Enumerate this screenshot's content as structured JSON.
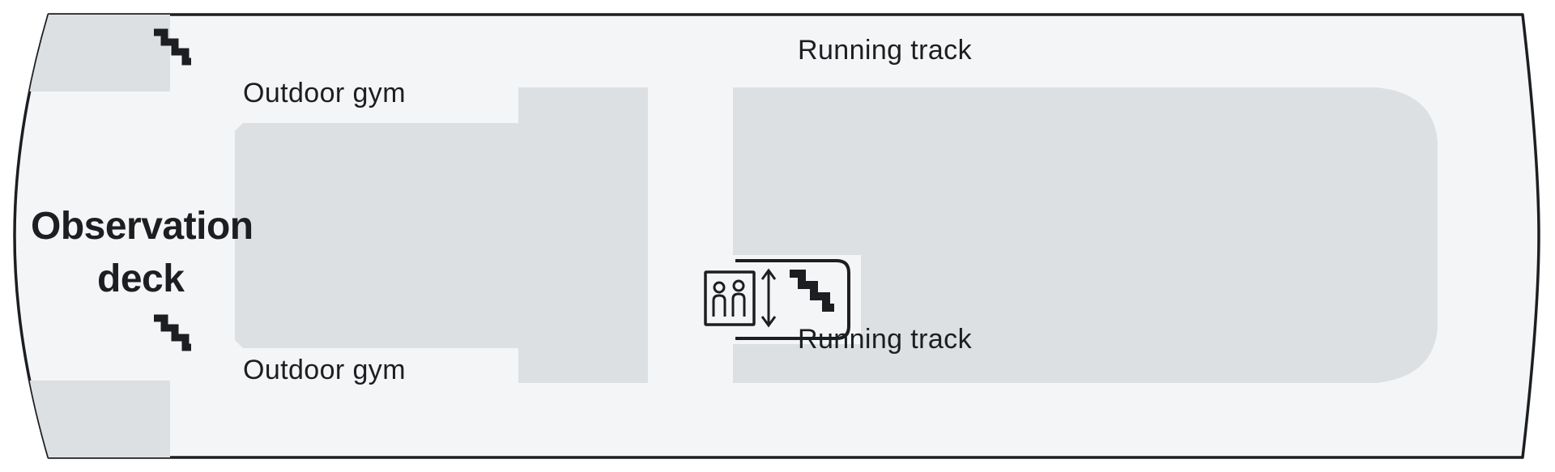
{
  "deck_plan": {
    "title": "Observation deck",
    "hull": {
      "outline_color": "#1c1e21",
      "deck_fill": "#f4f5f7",
      "zone_fill": "#dce0e3",
      "label_color": "#1c1e21"
    },
    "labels": {
      "observation_deck_line1": "Observation",
      "observation_deck_line2": "deck",
      "outdoor_gym_top": "Outdoor gym",
      "outdoor_gym_bottom": "Outdoor gym",
      "running_track_top": "Running track",
      "running_track_bottom": "Running track"
    },
    "zones": [
      {
        "name": "observation-deck-aft-port",
        "label": ""
      },
      {
        "name": "observation-deck-aft-starboard",
        "label": ""
      },
      {
        "name": "outdoor-gym-zone",
        "label": "Outdoor gym"
      },
      {
        "name": "running-track-zone",
        "label": "Running track"
      }
    ],
    "icons": [
      {
        "name": "stairs-icon-top-left",
        "type": "stairs"
      },
      {
        "name": "stairs-icon-bottom-left",
        "type": "stairs"
      },
      {
        "name": "elevator-icon-center",
        "type": "elevator"
      },
      {
        "name": "updown-arrow-icon-center",
        "type": "up-down-arrow"
      },
      {
        "name": "stairs-icon-center",
        "type": "stairs"
      }
    ]
  }
}
